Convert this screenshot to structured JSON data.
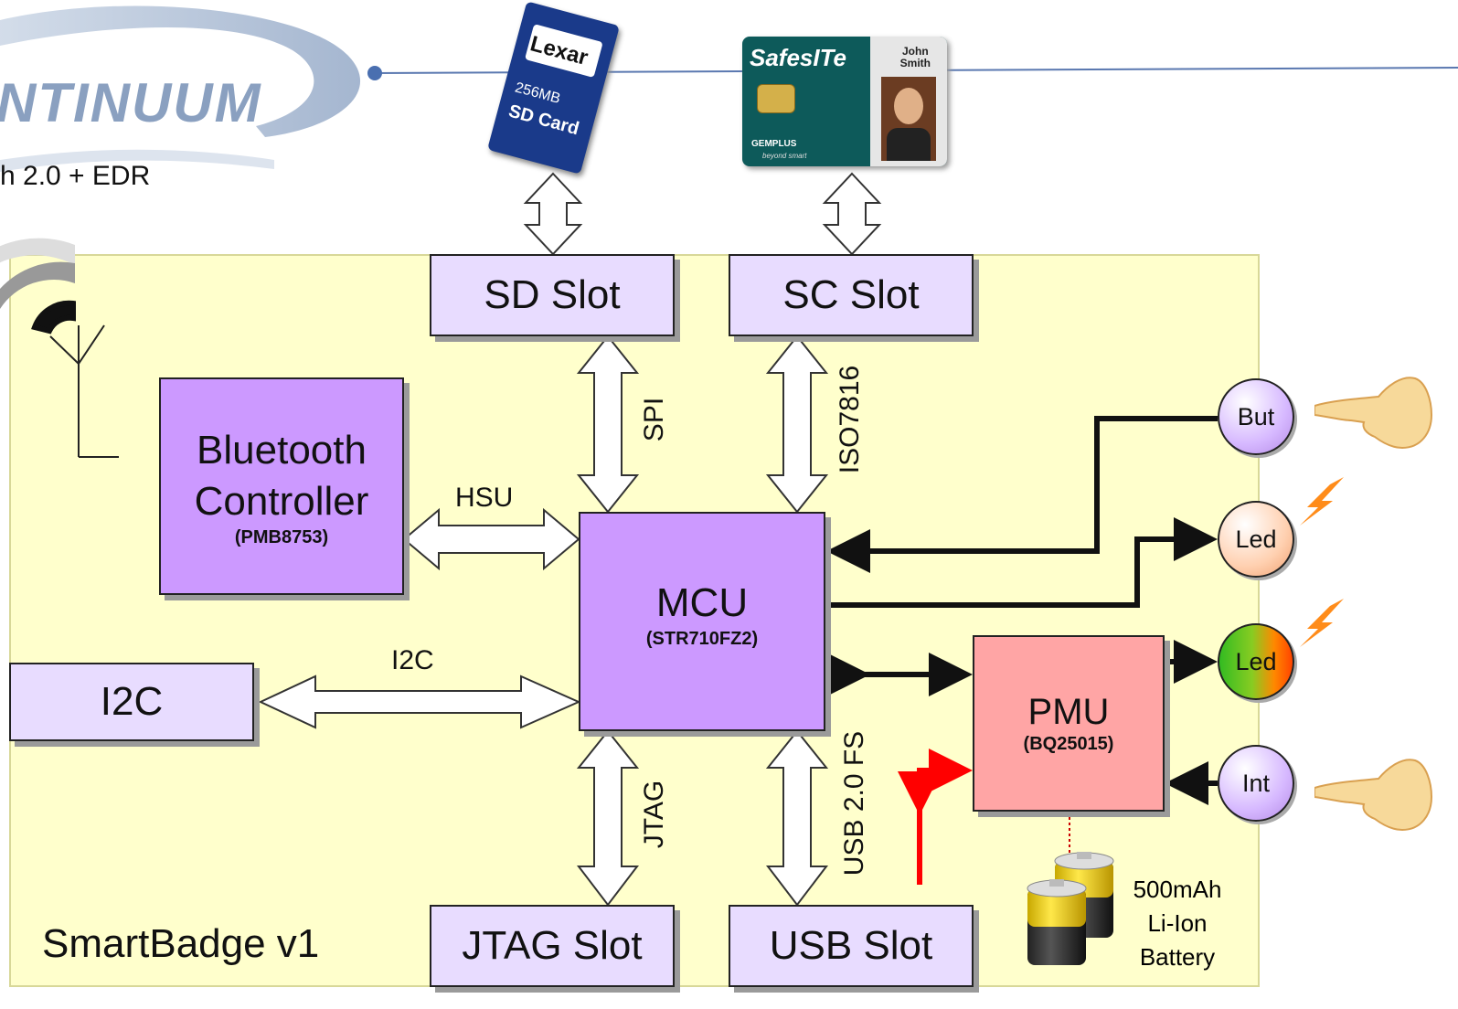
{
  "logo": {
    "text": "NTINUUM"
  },
  "header_note": "h 2.0 + EDR",
  "board_label": "SmartBadge v1",
  "blocks": {
    "sd_slot": "SD Slot",
    "sc_slot": "SC Slot",
    "bluetooth": {
      "line1": "Bluetooth",
      "line2": "Controller",
      "part": "(PMB8753)"
    },
    "mcu": {
      "name": "MCU",
      "part": "(STR710FZ2)"
    },
    "i2c_box": "I2C",
    "pmu": {
      "name": "PMU",
      "part": "(BQ25015)"
    },
    "jtag_slot": "JTAG Slot",
    "usb_slot": "USB Slot"
  },
  "links": {
    "spi": "SPI",
    "iso": "ISO7816",
    "hsu": "HSU",
    "i2c": "I2C",
    "jtag": "JTAG",
    "usb": "USB 2.0 FS"
  },
  "io": {
    "button": "But",
    "led1": "Led",
    "led2": "Led",
    "int": "Int"
  },
  "battery": {
    "line1": "500mAh",
    "line2": "Li-Ion",
    "line3": "Battery"
  },
  "sd_card": {
    "brand": "Lexar",
    "capacity": "256MB",
    "type": "SD Card"
  },
  "smart_card": {
    "brand": "SafesITe",
    "name_line1": "John",
    "name_line2": "Smith",
    "maker": "GEMPLUS",
    "tagline": "beyond smart"
  },
  "colors": {
    "board": "#ffffcc",
    "slot": "#e8dcff",
    "chip": "#cc99ff",
    "pmu": "#ffa5a5",
    "power_line": "#ff0000"
  }
}
